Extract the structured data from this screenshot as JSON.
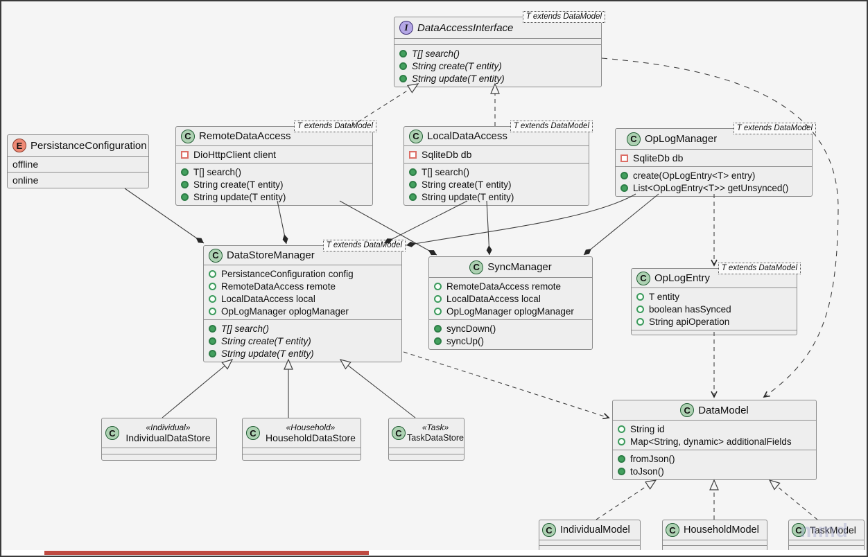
{
  "diagram": {
    "watermark": "mmd",
    "colors": {
      "background": "#f5f5f5",
      "node_fill": "#eeeeee",
      "node_border": "#8c8c8c",
      "class_badge": "#add1b2",
      "interface_badge": "#b4a7e5",
      "enum_badge": "#ee8a76",
      "public_marker": "#3b9a5c",
      "private_marker": "#dc6e66",
      "edge": "#3f3f3f"
    }
  },
  "classes": {
    "dataAccessInterface": {
      "badge": "I",
      "name": "DataAccessInterface",
      "generic": "T extends DataModel",
      "methods": [
        "T[] search()",
        "String create(T entity)",
        "String update(T entity)"
      ]
    },
    "persistanceConfiguration": {
      "badge": "E",
      "name": "PersistanceConfiguration",
      "values": [
        "offline",
        "online"
      ]
    },
    "remoteDataAccess": {
      "badge": "C",
      "name": "RemoteDataAccess",
      "generic": "T extends DataModel",
      "fields": [
        "DioHttpClient client"
      ],
      "methods": [
        "T[] search()",
        "String create(T entity)",
        "String update(T entity)"
      ]
    },
    "localDataAccess": {
      "badge": "C",
      "name": "LocalDataAccess",
      "generic": "T extends DataModel",
      "fields": [
        "SqliteDb db"
      ],
      "methods": [
        "T[] search()",
        "String create(T entity)",
        "String update(T entity)"
      ]
    },
    "opLogManager": {
      "badge": "C",
      "name": "OpLogManager",
      "generic": "T extends DataModel",
      "fields": [
        "SqliteDb db"
      ],
      "methods": [
        "create(OpLogEntry<T> entry)",
        "List<OpLogEntry<T>> getUnsynced()"
      ]
    },
    "dataStoreManager": {
      "badge": "C",
      "name": "DataStoreManager",
      "generic": "T extends DataModel",
      "fields": [
        "PersistanceConfiguration config",
        "RemoteDataAccess remote",
        "LocalDataAccess local",
        "OpLogManager oplogManager"
      ],
      "methods": [
        "T[] search()",
        "String create(T entity)",
        "String update(T entity)"
      ]
    },
    "syncManager": {
      "badge": "C",
      "name": "SyncManager",
      "fields": [
        "RemoteDataAccess remote",
        "LocalDataAccess local",
        "OpLogManager oplogManager"
      ],
      "methods": [
        "syncDown()",
        "syncUp()"
      ]
    },
    "opLogEntry": {
      "badge": "C",
      "name": "OpLogEntry",
      "generic": "T extends DataModel",
      "fields": [
        "T entity",
        "boolean hasSynced",
        "String apiOperation"
      ]
    },
    "dataModel": {
      "badge": "C",
      "name": "DataModel",
      "fields": [
        "String id",
        "Map<String, dynamic> additionalFields"
      ],
      "methods": [
        "fromJson()",
        "toJson()"
      ]
    },
    "individualDataStore": {
      "badge": "C",
      "stereotype": "«Individual»",
      "name": "IndividualDataStore"
    },
    "householdDataStore": {
      "badge": "C",
      "stereotype": "«Household»",
      "name": "HouseholdDataStore"
    },
    "taskDataStore": {
      "badge": "C",
      "stereotype": "«Task»",
      "name": "TaskDataStore"
    },
    "individualModel": {
      "badge": "C",
      "name": "IndividualModel"
    },
    "householdModel": {
      "badge": "C",
      "name": "HouseholdModel"
    },
    "taskModel": {
      "badge": "C",
      "name": "TaskModel"
    }
  }
}
